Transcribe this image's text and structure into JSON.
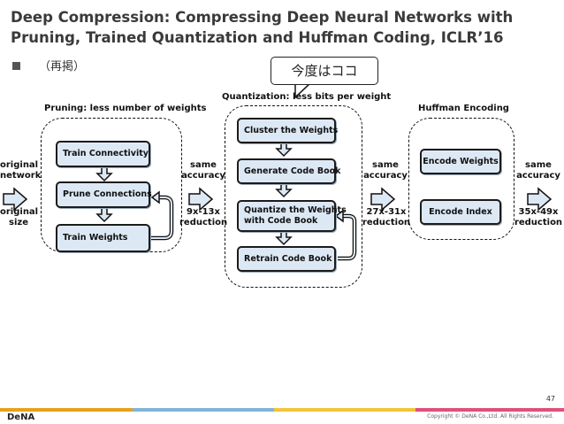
{
  "slide": {
    "title_line1": "Deep Compression: Compressing Deep Neural Networks with",
    "title_line2": "Pruning, Trained Quantization and Huffman Coding, ICLR’16",
    "bullet_text": "（再掲）",
    "callout": "今度はココ",
    "page_number": "47",
    "logo": "DeNA",
    "copyright": "Copyright © DeNA Co.,Ltd. All Rights Reserved."
  },
  "pipeline": {
    "input_top": "original\nnetwork",
    "input_bottom": "original\nsize",
    "pruning": {
      "title": "Pruning: less number of weights",
      "steps": [
        "Train Connectivity",
        "Prune Connections",
        "Train Weights"
      ],
      "accuracy": "same\naccuracy",
      "reduction": "9x-13x\nreduction"
    },
    "quantization": {
      "title": "Quantization: less bits per weight",
      "steps": [
        "Cluster the Weights",
        "Generate Code Book",
        "Quantize the Weights\nwith Code Book",
        "Retrain Code Book"
      ],
      "accuracy": "same\naccuracy",
      "reduction": "27x-31x\nreduction"
    },
    "huffman": {
      "title": "Huffman Encoding",
      "steps": [
        "Encode Weights",
        "Encode Index"
      ],
      "accuracy": "same\naccuracy",
      "reduction": "35x-49x\nreduction"
    }
  },
  "colors": {
    "box_fill": "#dde8f5",
    "arrow_fill": "#dde8f5",
    "footer": [
      "#e8a020",
      "#7fb4d8",
      "#f2c43d",
      "#e0507a"
    ]
  }
}
